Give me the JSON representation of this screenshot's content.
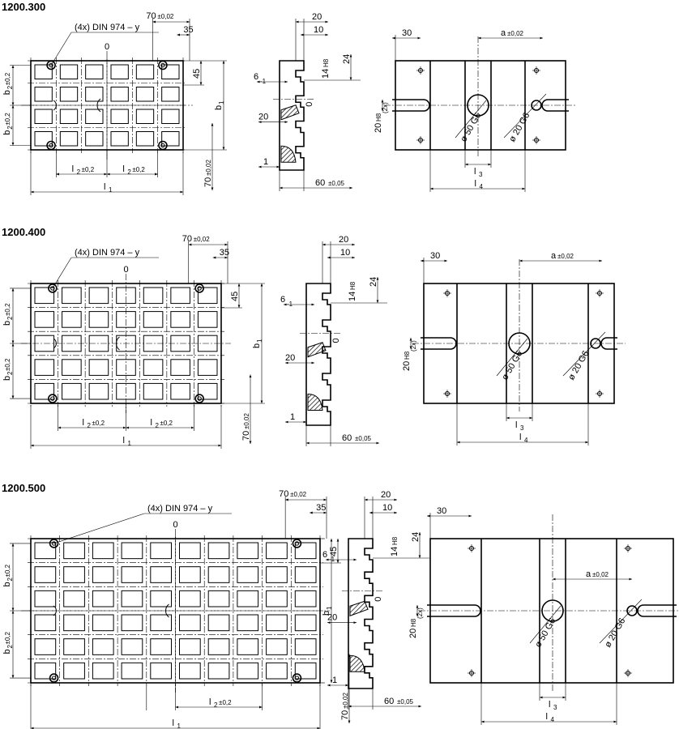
{
  "drawings": [
    {
      "title": "1200.300",
      "labels": {
        "din": "(4x) DIN 974 – y",
        "zero_front": "0",
        "zero_side": "0",
        "b1": "b",
        "b1_sub": "1",
        "b2": "b",
        "b2_sub": "2",
        "b2_tol": "±0,2",
        "l1": "l",
        "l1_sub": "1",
        "l2": "l",
        "l2_sub": "2",
        "l2_tol": "±0,2",
        "d70": "70",
        "d70_tol": "±0,02",
        "d35": "35",
        "d45": "45",
        "s20": "20",
        "s10": "10",
        "s14": "14",
        "s14_tol": "H8",
        "s24": "24",
        "s6": "6",
        "s6_tol": "-1",
        "s20b": "20",
        "s1": "1",
        "s60": "60",
        "s60_tol": "±0,05",
        "t30": "30",
        "ta": "a",
        "ta_tol": "±0,02",
        "t20": "20",
        "t20_tol": "H8",
        "t20_note": "(2x)",
        "tphi50": "ø 50 G6",
        "tphi20": "ø 20 G6",
        "l3": "l",
        "l3_sub": "3",
        "l4": "l",
        "l4_sub": "4"
      }
    },
    {
      "title": "1200.400",
      "labels": {
        "din": "(4x) DIN 974 – y",
        "zero_front": "0",
        "zero_side": "0",
        "b1": "b",
        "b1_sub": "1",
        "b2": "b",
        "b2_sub": "2",
        "b2_tol": "±0,2",
        "l1": "l",
        "l1_sub": "1",
        "l2": "l",
        "l2_sub": "2",
        "l2_tol": "±0,2",
        "d70": "70",
        "d70_tol": "±0,02",
        "d35": "35",
        "d45": "45",
        "s20": "20",
        "s10": "10",
        "s14": "14",
        "s14_tol": "H8",
        "s24": "24",
        "s6": "6",
        "s6_tol": "-1",
        "s20b": "20",
        "s1": "1",
        "s60": "60",
        "s60_tol": "±0,05",
        "t30": "30",
        "ta": "a",
        "ta_tol": "±0,02",
        "t20": "20",
        "t20_tol": "H8",
        "t20_note": "(2x)",
        "tphi50": "ø 50 G6",
        "tphi20": "ø 20 G6",
        "l3": "l",
        "l3_sub": "3",
        "l4": "l",
        "l4_sub": "4"
      }
    },
    {
      "title": "1200.500",
      "labels": {
        "din": "(4x) DIN 974 – y",
        "zero_front": "0",
        "zero_side": "0",
        "b1": "b",
        "b1_sub": "1",
        "b2": "b",
        "b2_sub": "2",
        "b2_tol": "±0,2",
        "l1": "l",
        "l1_sub": "1",
        "l2": "l",
        "l2_sub": "2",
        "l2_tol": "±0,2",
        "d70": "70",
        "d70_tol": "±0,02",
        "d35": "35",
        "d45": "45",
        "s20": "20",
        "s10": "10",
        "s14": "14",
        "s14_tol": "H8",
        "s24": "24",
        "s6": "6",
        "s6_tol": "-1",
        "s20b": "20",
        "s1": "1",
        "s60": "60",
        "s60_tol": "±0,05",
        "t30": "30",
        "ta": "a",
        "ta_tol": "±0,02",
        "t20": "20",
        "t20_tol": "H8",
        "t20_note": "(2x)",
        "tphi50": "ø 50 G6",
        "tphi20": "ø 20 G6",
        "l3": "l",
        "l3_sub": "3",
        "l4": "l",
        "l4_sub": "4"
      }
    }
  ]
}
